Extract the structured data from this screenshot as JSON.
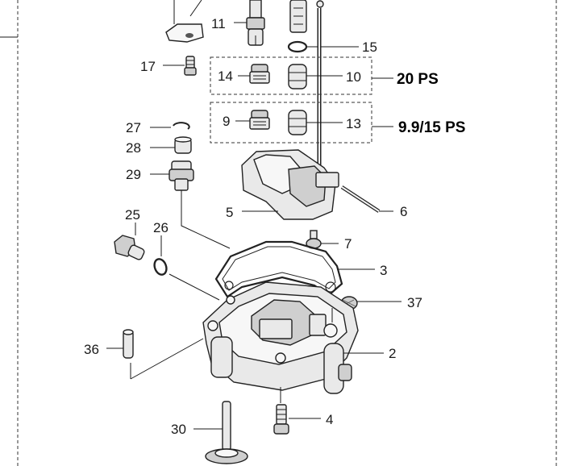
{
  "callouts": {
    "c11": "11",
    "c15": "15",
    "c17": "17",
    "c14": "14",
    "c10": "10",
    "c9": "9",
    "c13": "13",
    "c27": "27",
    "c28": "28",
    "c29": "29",
    "c5": "5",
    "c6": "6",
    "c25": "25",
    "c26": "26",
    "c7": "7",
    "c3": "3",
    "c37": "37",
    "c36": "36",
    "c2": "2",
    "c4": "4",
    "c30": "30"
  },
  "groups": {
    "variant_20ps": "20 PS",
    "variant_9915ps": "9.9/15 PS"
  }
}
